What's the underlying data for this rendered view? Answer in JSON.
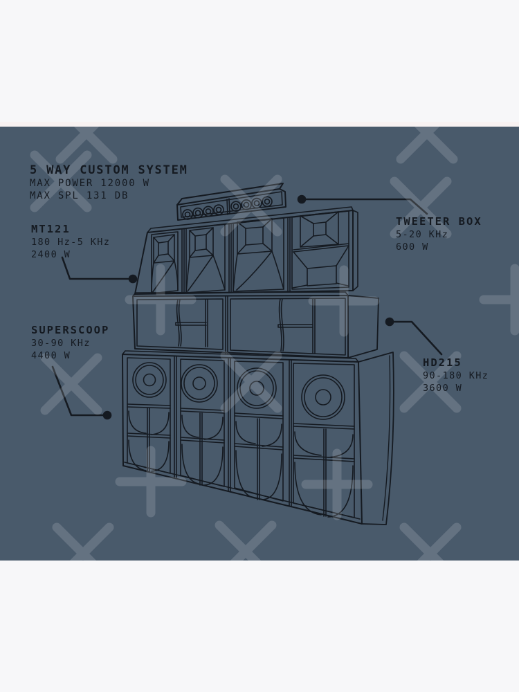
{
  "poster": {
    "background_color": "#495a6b",
    "margin_color": "#f7f7f9",
    "ink_color": "#151a21",
    "watermark_color": "rgba(255,255,255,0.15)"
  },
  "header": {
    "title": "5 WAY CUSTOM SYSTEM",
    "max_power": "MAX POWER 12000 W",
    "max_spl": "MAX SPL 131 DB"
  },
  "components": [
    {
      "name": "MT121",
      "frequency": "180 Hz-5 KHz",
      "power": "2400 W"
    },
    {
      "name": "TWEETER BOX",
      "frequency": "5-20 KHz",
      "power": "600 W"
    },
    {
      "name": "SUPERSCOOP",
      "frequency": "30-90 KHz",
      "power": "4400 W"
    },
    {
      "name": "HD215",
      "frequency": "90-180 KHz",
      "power": "3600 W"
    }
  ],
  "diagram": {
    "subject": "5-way sound system speaker stack line drawing",
    "rows": [
      "tweeter bar",
      "MT121 horn row",
      "HD215 bass row",
      "Superscoop row"
    ]
  }
}
